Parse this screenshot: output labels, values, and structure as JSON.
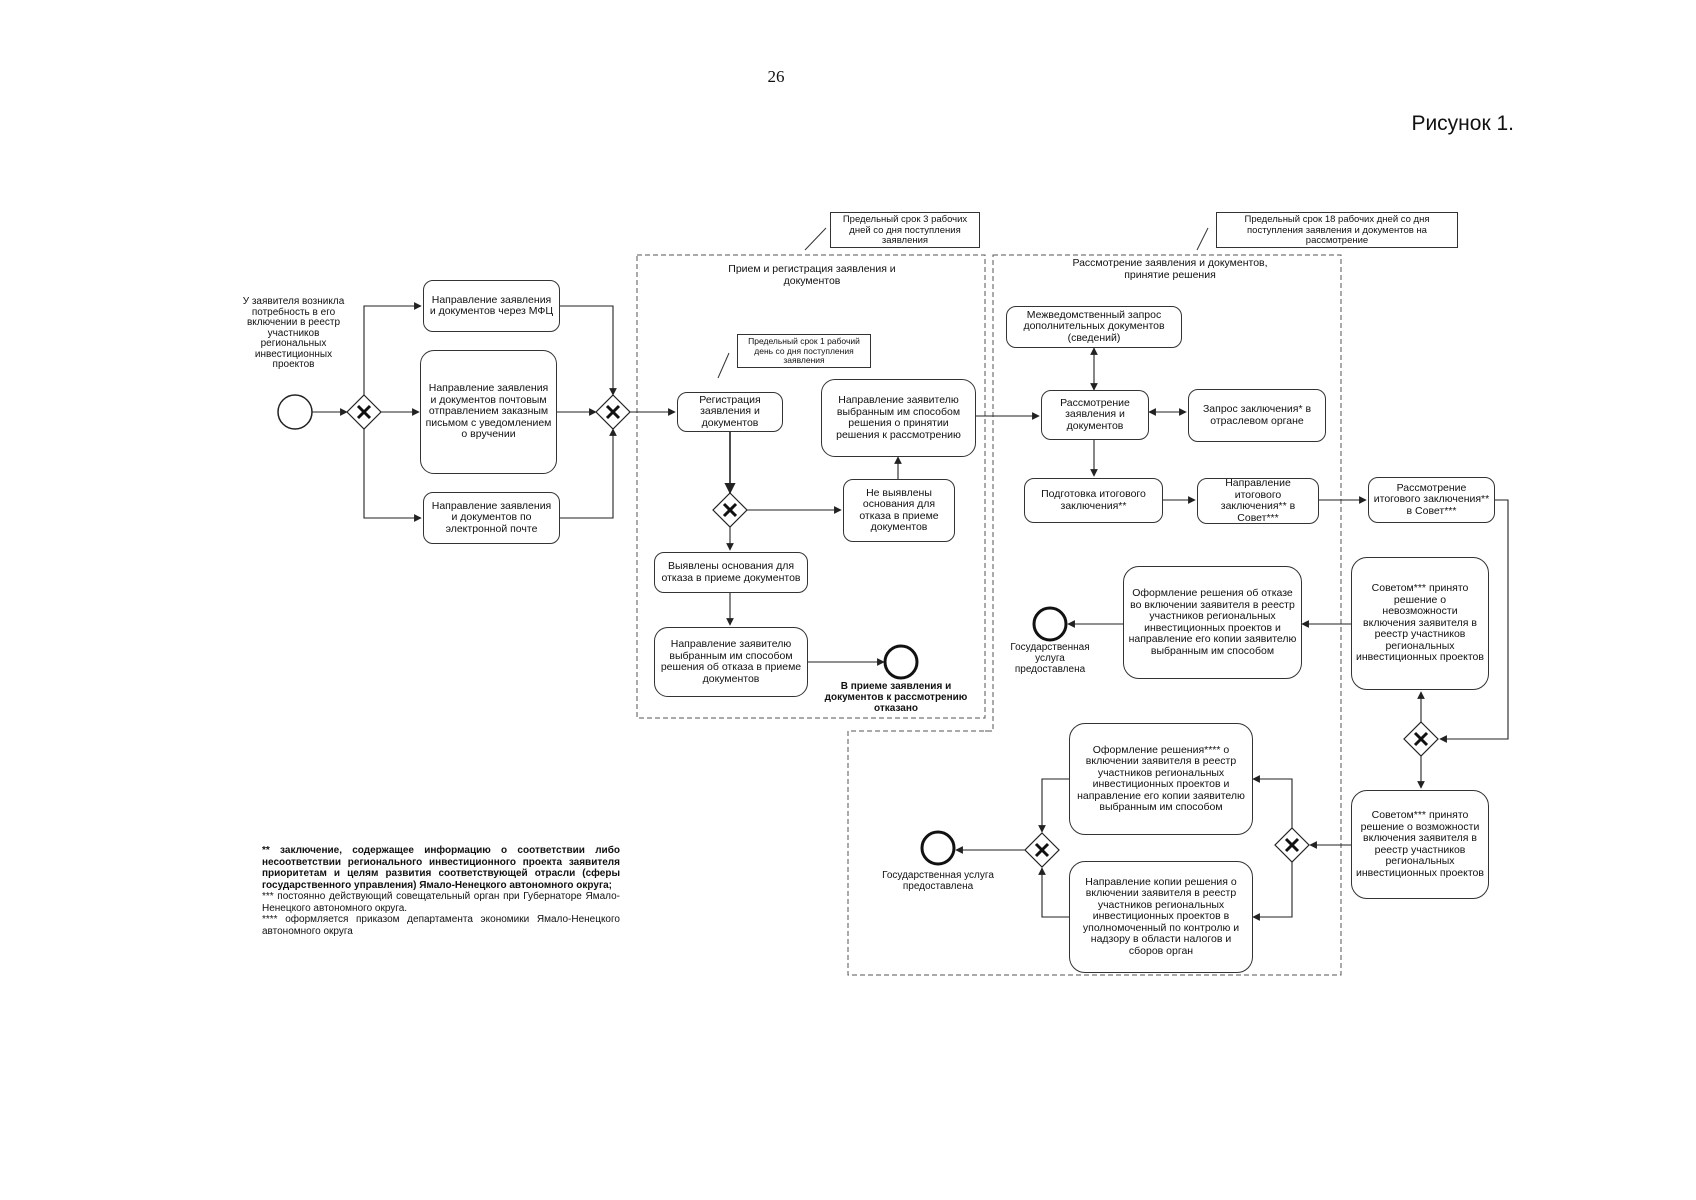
{
  "page_number": "26",
  "figure_title": "Рисунок 1.",
  "notes": {
    "n3days": "Предельный срок 3 рабочих дней со дня поступления заявления",
    "n18days": "Предельный срок 18 рабочих дней со дня поступления заявления и документов на рассмотрение",
    "n1day": "Предельный срок 1 рабочий день со дня поступления заявления"
  },
  "lanes": {
    "reception": "Прием и регистрация заявления и документов",
    "review": "Рассмотрение заявления и документов, принятие решения"
  },
  "start_label": "У заявителя возникла потребность в его включении в реестр участников региональных инвестиционных проектов",
  "tasks": {
    "mfc": "Направление заявления и документов через МФЦ",
    "mail": "Направление заявления и документов почтовым отправлением заказным письмом с уведомлением о вручении",
    "email": "Направление заявления и документов по электронной почте",
    "registration": "Регистрация заявления и документов",
    "send_to_applicant": "Направление заявителю выбранным им способом решения о принятии решения к рассмотрению",
    "no_grounds": "Не выявлены основания для отказа в приеме документов",
    "grounds_found": "Выявлены основания для отказа в приеме документов",
    "send_refusal": "Направление заявителю выбранным им способом решения об отказа в приеме документов",
    "interagency": "Межведомственный запрос дополнительных документов (сведений)",
    "review": "Рассмотрение заявления и документов",
    "request_conclusion": "Запрос заключения* в отраслевом органе",
    "prepare_final": "Подготовка итогового заключения**",
    "send_final": "Направление итогового заключения** в Совет***",
    "council_review": "Рассмотрение итогового заключения** в Совет***",
    "decision_impossible": "Советом*** принято решение о невозможности включения заявителя в реестр участников региональных инвестиционных проектов",
    "refusal_doc": "Оформление решения об отказе во включении заявителя в реестр участников региональных инвестиционных проектов и направление его копии заявителю выбранным им способом",
    "decision_possible": "Советом*** принято решение о возможности включения заявителя в реестр участников региональных инвестиционных проектов",
    "inclusion_doc": "Оформление решения**** о включении заявителя в реестр участников региональных инвестиционных проектов и направление его копии заявителю выбранным им способом",
    "copy_tax": "Направление копии решения о включении заявителя в реестр участников региональных инвестиционных проектов в уполномоченный по контролю и надзору в области налогов и сборов орган"
  },
  "end_events": {
    "refused": "В приеме заявления и документов к рассмотрению отказано",
    "service_provided_1": "Государственная услуга предоставлена",
    "service_provided_2": "Государственная услуга предоставлена"
  },
  "footnotes": {
    "f1": "** заключение, содержащее информацию о соответствии либо несоответствии регионального инвестиционного проекта заявителя приоритетам и целям развития соответствующей отрасли (сферы государственного управления) Ямало-Ненецкого автономного округа;",
    "f2": "*** постоянно действующий совещательный орган при Губернаторе Ямало-Ненецкого автономного округа.",
    "f3": "**** оформляется приказом департамента экономики Ямало-Ненецкого автономного округа"
  }
}
